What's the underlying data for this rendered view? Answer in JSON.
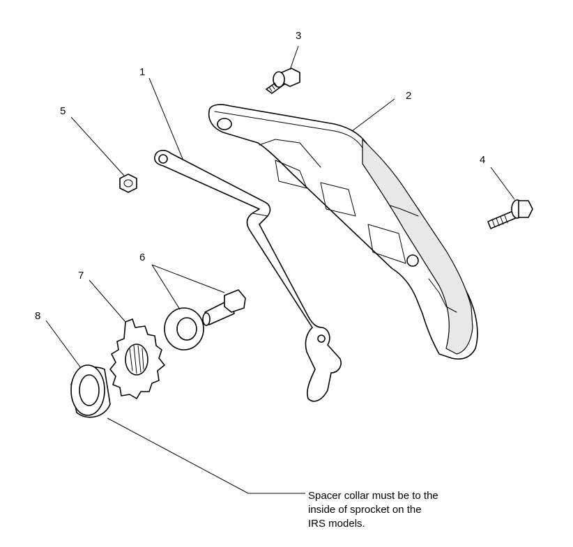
{
  "diagram": {
    "callouts": [
      {
        "id": "1",
        "label": "1"
      },
      {
        "id": "2",
        "label": "2"
      },
      {
        "id": "3",
        "label": "3"
      },
      {
        "id": "4",
        "label": "4"
      },
      {
        "id": "5",
        "label": "5"
      },
      {
        "id": "6",
        "label": "6"
      },
      {
        "id": "7",
        "label": "7"
      },
      {
        "id": "8",
        "label": "8"
      }
    ],
    "note": {
      "lines": [
        "Spacer collar must be to the",
        "inside of sprocket on the",
        "IRS models."
      ]
    }
  }
}
